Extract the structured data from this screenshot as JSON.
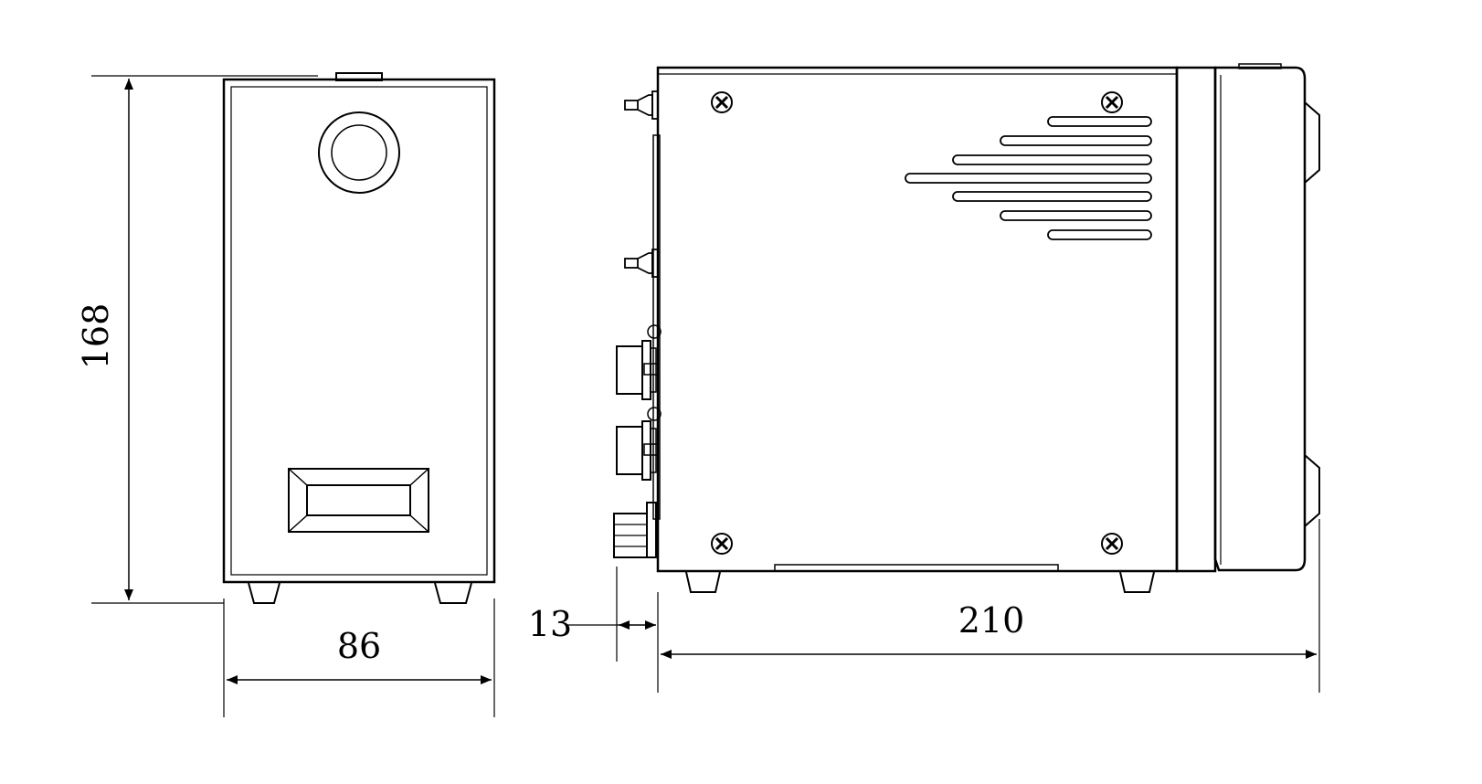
{
  "dimensions": {
    "height": "168",
    "width": "86",
    "protrusion": "13",
    "depth": "210"
  },
  "colors": {
    "line": "#000000",
    "background": "#ffffff"
  }
}
